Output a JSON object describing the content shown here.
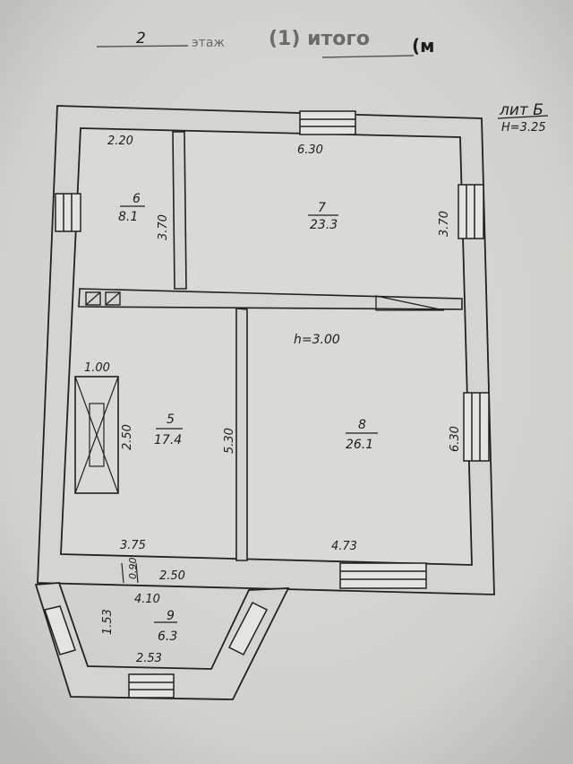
{
  "header": {
    "floor_number": "2",
    "floor_word": "этаж",
    "stamp_text": "(1) итого",
    "mark": "(м"
  },
  "corner_note": {
    "label": "лит Б",
    "height": "H=3.25"
  },
  "rooms": [
    {
      "number": "6",
      "area": "8.1",
      "dims": [
        "2.20",
        "3.70"
      ]
    },
    {
      "number": "7",
      "area": "23.3",
      "dims": [
        "6.30",
        "3.70"
      ]
    },
    {
      "number": "5",
      "area": "17.4",
      "dims": [
        "3.75",
        "5.30"
      ]
    },
    {
      "number": "8",
      "area": "26.1",
      "dims": [
        "4.73",
        "6.30"
      ],
      "note": "h=3.00"
    },
    {
      "number": "9",
      "area": "6.3",
      "dims": [
        "4.10",
        "1.53",
        "2.53"
      ]
    }
  ],
  "fixtures": {
    "oven_dims": [
      "1.00",
      "2.50"
    ],
    "corridor_dims": [
      "0.90",
      "2.50"
    ]
  },
  "colors": {
    "paper": "#d8d9d4",
    "ink": "#1e1e1e",
    "wall_fill": "#d3d4cf"
  }
}
